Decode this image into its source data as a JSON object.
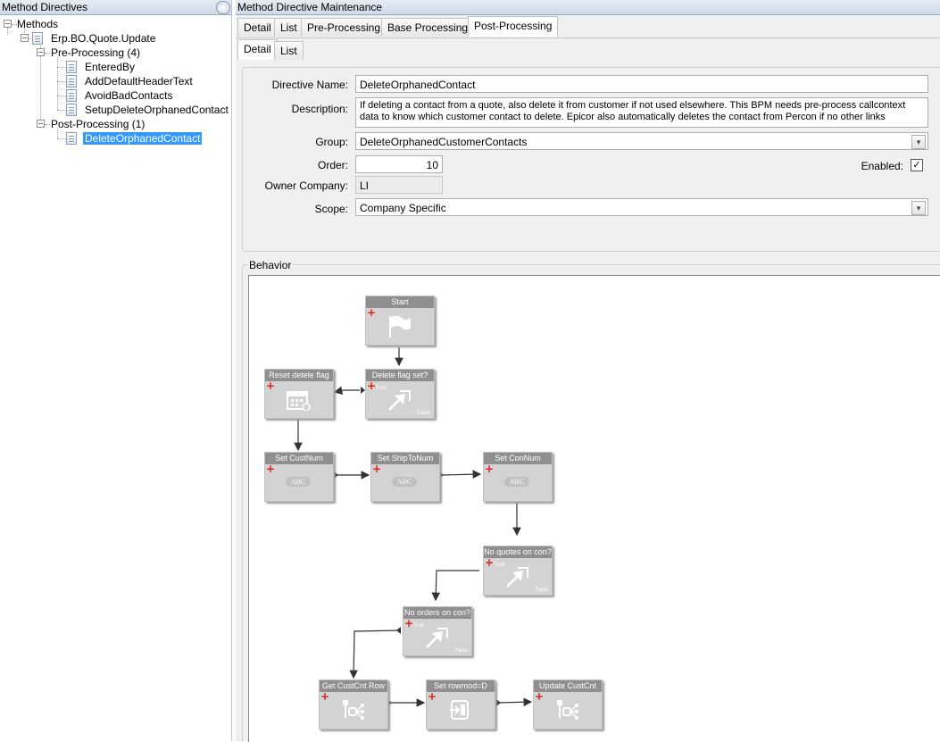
{
  "left_panel": {
    "title": "Method Directives",
    "tree": {
      "root": "Methods",
      "method": "Erp.BO.Quote.Update",
      "pre_group": "Pre-Processing (4)",
      "pre_items": [
        "EnteredBy",
        "AddDefaultHeaderText",
        "AvoidBadContacts",
        "SetupDeleteOrphanedContact"
      ],
      "post_group": "Post-Processing (1)",
      "post_items": [
        "DeleteOrphanedContact"
      ]
    }
  },
  "right_panel": {
    "title": "Method Directive Maintenance",
    "tabs": [
      "Detail",
      "List",
      "Pre-Processing",
      "Base Processing",
      "Post-Processing"
    ],
    "active_tab": "Post-Processing",
    "subtabs": [
      "Detail",
      "List"
    ],
    "active_subtab": "Detail"
  },
  "form": {
    "directive_name_label": "Directive Name:",
    "directive_name": "DeleteOrphanedContact",
    "description_label": "Description:",
    "description_line1": "If deleting a contact from a quote, also delete it from customer if not used elsewhere.  This BPM needs pre-process callcontext",
    "description_line2": "data to know which customer contact to delete. Epicor also automatically deletes the contact from Percon if no other links",
    "group_label": "Group:",
    "group": "DeleteOrphanedCustomerContacts",
    "order_label": "Order:",
    "order": "10",
    "enabled_label": "Enabled:",
    "enabled": true,
    "owner_company_label": "Owner Company:",
    "owner_company": "LI",
    "scope_label": "Scope:",
    "scope": "Company Specific"
  },
  "behavior": {
    "label": "Behavior",
    "nodes": [
      {
        "title": "Start",
        "icon": "flag-icon"
      },
      {
        "title": "Delete flag set?",
        "icon": "condition-icon",
        "true": "True",
        "false": "False"
      },
      {
        "title": "Reset detele flag",
        "icon": "calendar-icon"
      },
      {
        "title": "Set CustNum",
        "icon": "abc-icon",
        "badge": "ABC"
      },
      {
        "title": "Set ShipToNum",
        "icon": "abc-icon",
        "badge": "ABC"
      },
      {
        "title": "Set ConNum",
        "icon": "abc-icon",
        "badge": "ABC"
      },
      {
        "title": "No quotes on con?",
        "icon": "condition-icon",
        "true": "True",
        "false": "False"
      },
      {
        "title": "No orders on con?",
        "icon": "condition-icon",
        "true": "True",
        "false": "False"
      },
      {
        "title": "Get CustCnt Row",
        "icon": "invoke-icon"
      },
      {
        "title": "Set rowmod=D",
        "icon": "set-field-icon"
      },
      {
        "title": "Update CustCnt",
        "icon": "invoke-icon"
      }
    ]
  },
  "colors": {
    "selection": "#3399ff",
    "node_header": "#8f8f8f",
    "node_body": "#d3d3d3",
    "plus_marker": "#e0201a"
  }
}
